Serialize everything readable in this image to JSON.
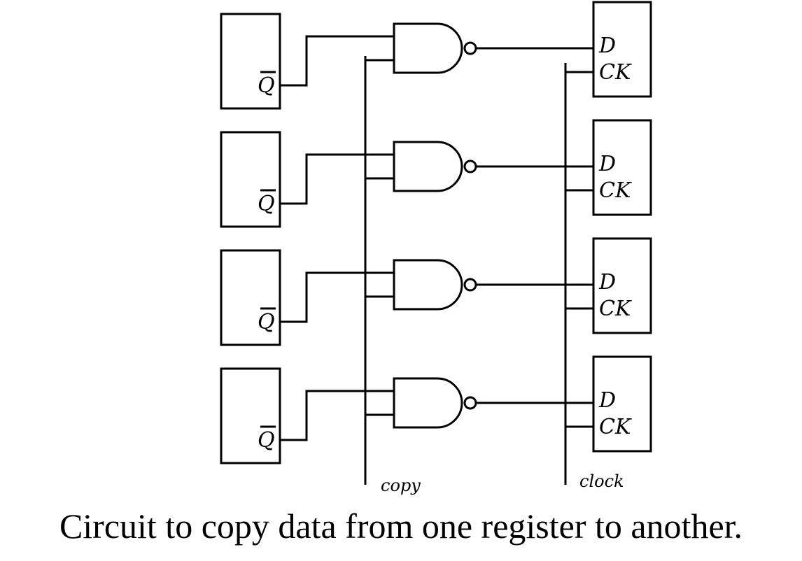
{
  "diagram": {
    "source_output_label": "Q",
    "dest_input_d": "D",
    "dest_input_ck": "CK",
    "copy_bus_label": "copy",
    "clock_bus_label": "clock",
    "stage_count": 4
  },
  "caption": "Circuit to copy data from one register to another."
}
